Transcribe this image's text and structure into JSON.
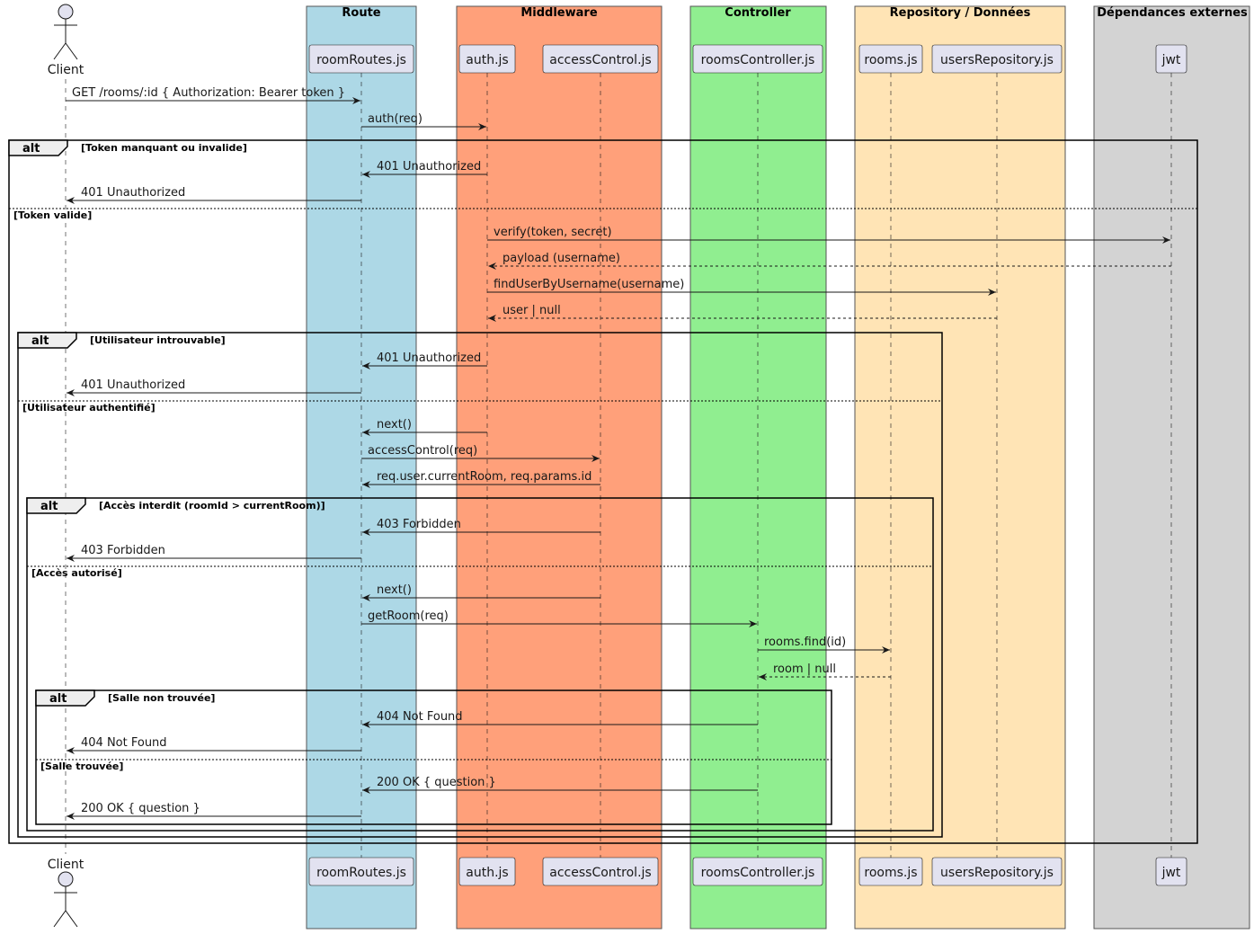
{
  "boxes": [
    {
      "title": "Route",
      "color": "#ADD8E6"
    },
    {
      "title": "Middleware",
      "color": "#FFA07A"
    },
    {
      "title": "Controller",
      "color": "#90EE90"
    },
    {
      "title": "Repository / Données",
      "color": "#FFE4B5"
    },
    {
      "title": "Dépendances externes",
      "color": "#D3D3D3"
    }
  ],
  "participants": [
    {
      "id": "client",
      "label": "Client",
      "kind": "actor"
    },
    {
      "id": "routes",
      "label": "roomRoutes.js",
      "kind": "participant"
    },
    {
      "id": "auth",
      "label": "auth.js",
      "kind": "participant"
    },
    {
      "id": "access",
      "label": "accessControl.js",
      "kind": "participant"
    },
    {
      "id": "ctrl",
      "label": "roomsController.js",
      "kind": "participant"
    },
    {
      "id": "rooms",
      "label": "rooms.js",
      "kind": "participant"
    },
    {
      "id": "users",
      "label": "usersRepository.js",
      "kind": "participant"
    },
    {
      "id": "jwt",
      "label": "jwt",
      "kind": "participant"
    }
  ],
  "messages": [
    {
      "from": "client",
      "to": "routes",
      "label": "GET /rooms/:id { Authorization: Bearer token }",
      "style": "solid"
    },
    {
      "from": "routes",
      "to": "auth",
      "label": "auth(req)",
      "style": "solid"
    },
    {
      "from": "auth",
      "to": "routes",
      "label": "401 Unauthorized",
      "style": "solid"
    },
    {
      "from": "routes",
      "to": "client",
      "label": "401 Unauthorized",
      "style": "solid"
    },
    {
      "from": "auth",
      "to": "jwt",
      "label": "verify(token, secret)",
      "style": "solid"
    },
    {
      "from": "jwt",
      "to": "auth",
      "label": "payload (username)",
      "style": "dashed"
    },
    {
      "from": "auth",
      "to": "users",
      "label": "findUserByUsername(username)",
      "style": "solid"
    },
    {
      "from": "users",
      "to": "auth",
      "label": "user | null",
      "style": "dashed"
    },
    {
      "from": "auth",
      "to": "routes",
      "label": "401 Unauthorized",
      "style": "solid"
    },
    {
      "from": "routes",
      "to": "client",
      "label": "401 Unauthorized",
      "style": "solid"
    },
    {
      "from": "auth",
      "to": "routes",
      "label": "next()",
      "style": "solid"
    },
    {
      "from": "routes",
      "to": "access",
      "label": "accessControl(req)",
      "style": "solid"
    },
    {
      "from": "access",
      "to": "routes",
      "label": "req.user.currentRoom, req.params.id",
      "style": "solid"
    },
    {
      "from": "access",
      "to": "routes",
      "label": "403 Forbidden",
      "style": "solid"
    },
    {
      "from": "routes",
      "to": "client",
      "label": "403 Forbidden",
      "style": "solid"
    },
    {
      "from": "access",
      "to": "routes",
      "label": "next()",
      "style": "solid"
    },
    {
      "from": "routes",
      "to": "ctrl",
      "label": "getRoom(req)",
      "style": "solid"
    },
    {
      "from": "ctrl",
      "to": "rooms",
      "label": "rooms.find(id)",
      "style": "solid"
    },
    {
      "from": "rooms",
      "to": "ctrl",
      "label": "room | null",
      "style": "dashed"
    },
    {
      "from": "ctrl",
      "to": "routes",
      "label": "404 Not Found",
      "style": "solid"
    },
    {
      "from": "routes",
      "to": "client",
      "label": "404 Not Found",
      "style": "solid"
    },
    {
      "from": "ctrl",
      "to": "routes",
      "label": "200 OK { question }",
      "style": "solid"
    },
    {
      "from": "routes",
      "to": "client",
      "label": "200 OK { question }",
      "style": "solid"
    }
  ],
  "fragments": [
    {
      "keyword": "alt",
      "guard": "[Token manquant ou invalide]",
      "else_guard": "[Token valide]"
    },
    {
      "keyword": "alt",
      "guard": "[Utilisateur introuvable]",
      "else_guard": "[Utilisateur authentifié]"
    },
    {
      "keyword": "alt",
      "guard": "[Accès interdit (roomId > currentRoom)]",
      "else_guard": "[Accès autorisé]"
    },
    {
      "keyword": "alt",
      "guard": "[Salle non trouvée]",
      "else_guard": "[Salle trouvée]"
    }
  ],
  "colors": {
    "line": "#181818",
    "participant_fill": "#E2E2F0",
    "participant_border": "#181818",
    "box_border": "#555555"
  }
}
